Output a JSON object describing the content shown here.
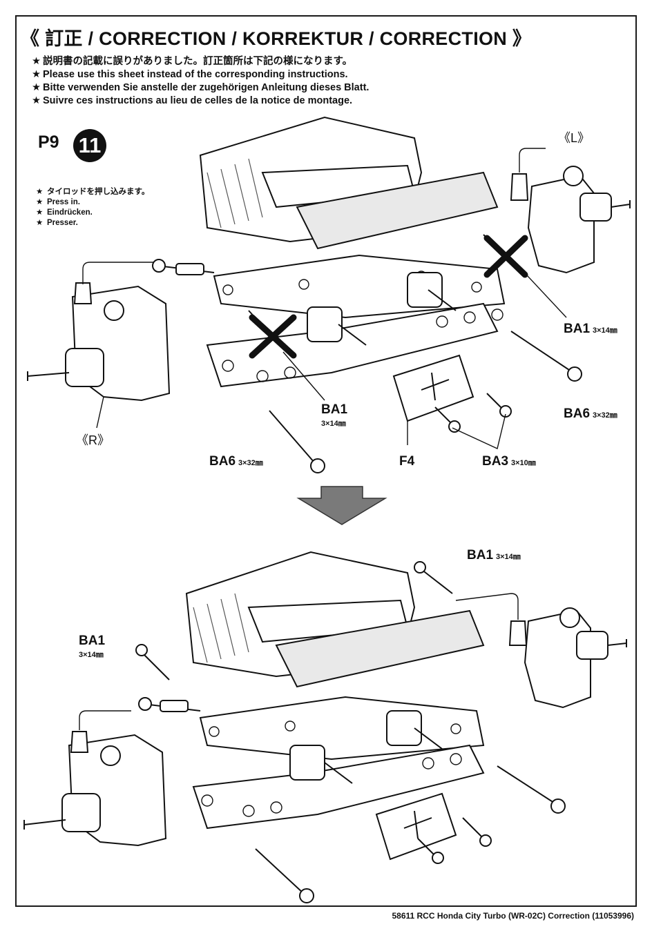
{
  "title": "《 訂正  / CORRECTION / KORREKTUR / CORRECTION 》",
  "notes": [
    "説明書の記載に誤りがありました。訂正箇所は下記の様になります。",
    "Please use this sheet instead of the corresponding instructions.",
    "Bitte verwenden Sie anstelle der zugehörigen Anleitung dieses Blatt.",
    "Suivre ces instructions au lieu de celles de la notice de montage."
  ],
  "star": "★",
  "page_ref": "P9",
  "step_number": "11",
  "press_notes": [
    "タイロッドを押し込みます。",
    "Press in.",
    "Eindrücken.",
    "Presser."
  ],
  "side_labels": {
    "left": "《L》",
    "right": "《R》"
  },
  "top_parts": {
    "ba1_right": {
      "code": "BA1",
      "size": "3×14㎜"
    },
    "ba1_center": {
      "code": "BA1",
      "size": "3×14㎜"
    },
    "ba6_right": {
      "code": "BA6",
      "size": "3×32㎜"
    },
    "ba6_left": {
      "code": "BA6",
      "size": "3×32㎜"
    },
    "f4": {
      "code": "F4"
    },
    "ba3": {
      "code": "BA3",
      "size": "3×10㎜"
    }
  },
  "bottom_parts": {
    "ba1_top": {
      "code": "BA1",
      "size": "3×14㎜"
    },
    "ba1_left": {
      "code": "BA1",
      "size": "3×14㎜"
    }
  },
  "footer": "58611 RCC Honda City Turbo (WR-02C) Correction  (11053996)",
  "icons": [
    "cross-out-mark",
    "down-arrow",
    "screw",
    "tie-rod",
    "knuckle"
  ]
}
